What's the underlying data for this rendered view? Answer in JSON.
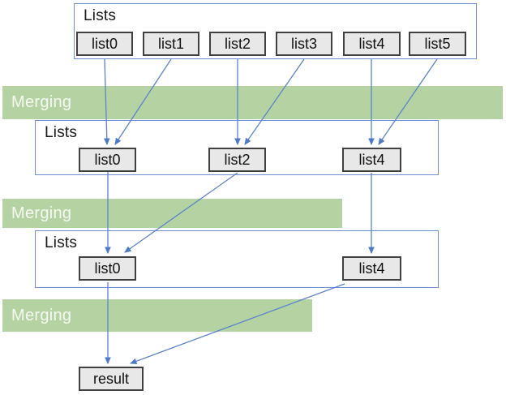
{
  "diagram": {
    "result_label": "result",
    "colors": {
      "band_green": "#b5d3a2",
      "band_text": "#f6f9f2",
      "stage_border_blue": "#6d8fd2",
      "arrow_blue": "#4d7ac9",
      "item_fill": "#e9e8e8",
      "item_border": "#404040"
    },
    "bands": [
      {
        "label": "Merging"
      },
      {
        "label": "Merging"
      },
      {
        "label": "Merging"
      }
    ],
    "stages": [
      {
        "label": "Lists",
        "items": [
          "list0",
          "list1",
          "list2",
          "list3",
          "list4",
          "list5"
        ]
      },
      {
        "label": "Lists",
        "items": [
          "list0",
          "list2",
          "list4"
        ]
      },
      {
        "label": "Lists",
        "items": [
          "list0",
          "list4"
        ]
      }
    ]
  }
}
